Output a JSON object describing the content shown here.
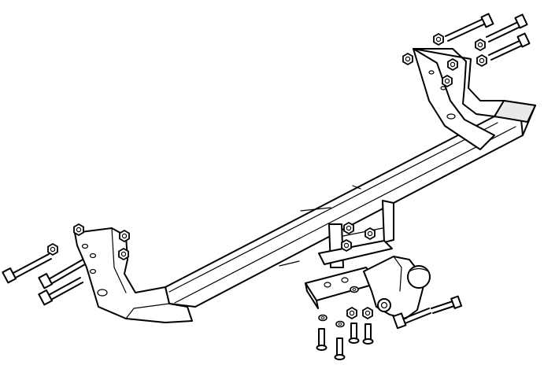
{
  "figure": {
    "subject": "towbar-exploded-view",
    "stroke_color": "#000000",
    "background_color": "#ffffff",
    "parts": [
      "crossbar",
      "left-bracket",
      "right-bracket",
      "centre-mount",
      "tow-ball",
      "bolts",
      "nuts"
    ]
  }
}
